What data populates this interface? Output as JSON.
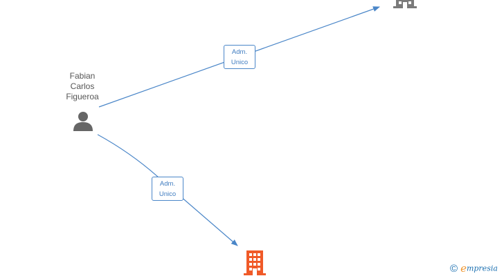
{
  "person": {
    "name_lines": [
      "Fabian",
      "Carlos",
      "Figueroa"
    ],
    "icon": "person-icon"
  },
  "relations": [
    {
      "label_lines": [
        "Adm.",
        "Unico"
      ],
      "target": "company-top"
    },
    {
      "label_lines": [
        "Adm.",
        "Unico"
      ],
      "target": "company-bottom"
    }
  ],
  "companies": [
    {
      "id": "company-top",
      "icon": "building-icon",
      "color": "#7a7a7a"
    },
    {
      "id": "company-bottom",
      "icon": "building-icon",
      "color": "#f05a28"
    }
  ],
  "colors": {
    "edge": "#4a86c8",
    "label_text": "#3f7cc0",
    "person": "#666666"
  },
  "brand": {
    "copyright": "©",
    "name_first": "e",
    "name_rest": "mpresia"
  }
}
